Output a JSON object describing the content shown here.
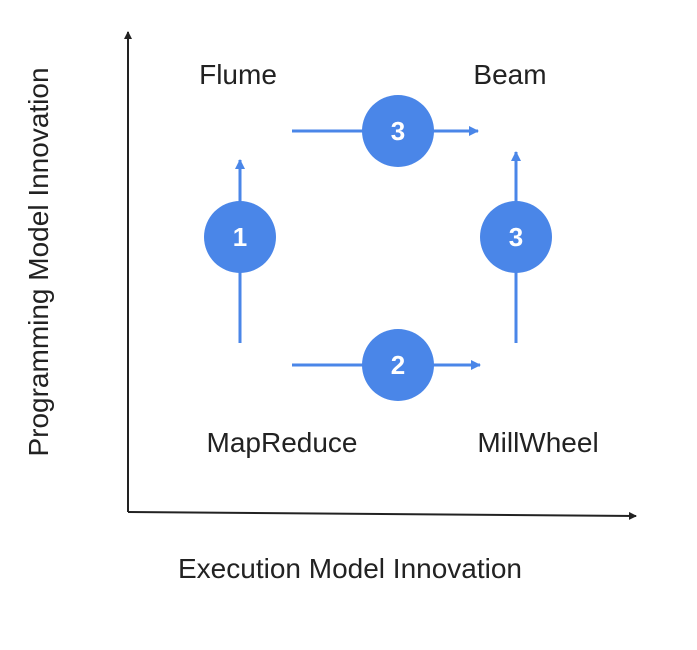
{
  "axes": {
    "x_label": "Execution Model Innovation",
    "y_label": "Programming Model Innovation"
  },
  "nodes": {
    "flume": "Flume",
    "beam": "Beam",
    "mapreduce": "MapReduce",
    "millwheel": "MillWheel"
  },
  "steps": {
    "left": "1",
    "bottom": "2",
    "top": "3",
    "right": "3"
  },
  "colors": {
    "accent": "#4a86e8",
    "axis": "#222222",
    "text": "#222222"
  }
}
